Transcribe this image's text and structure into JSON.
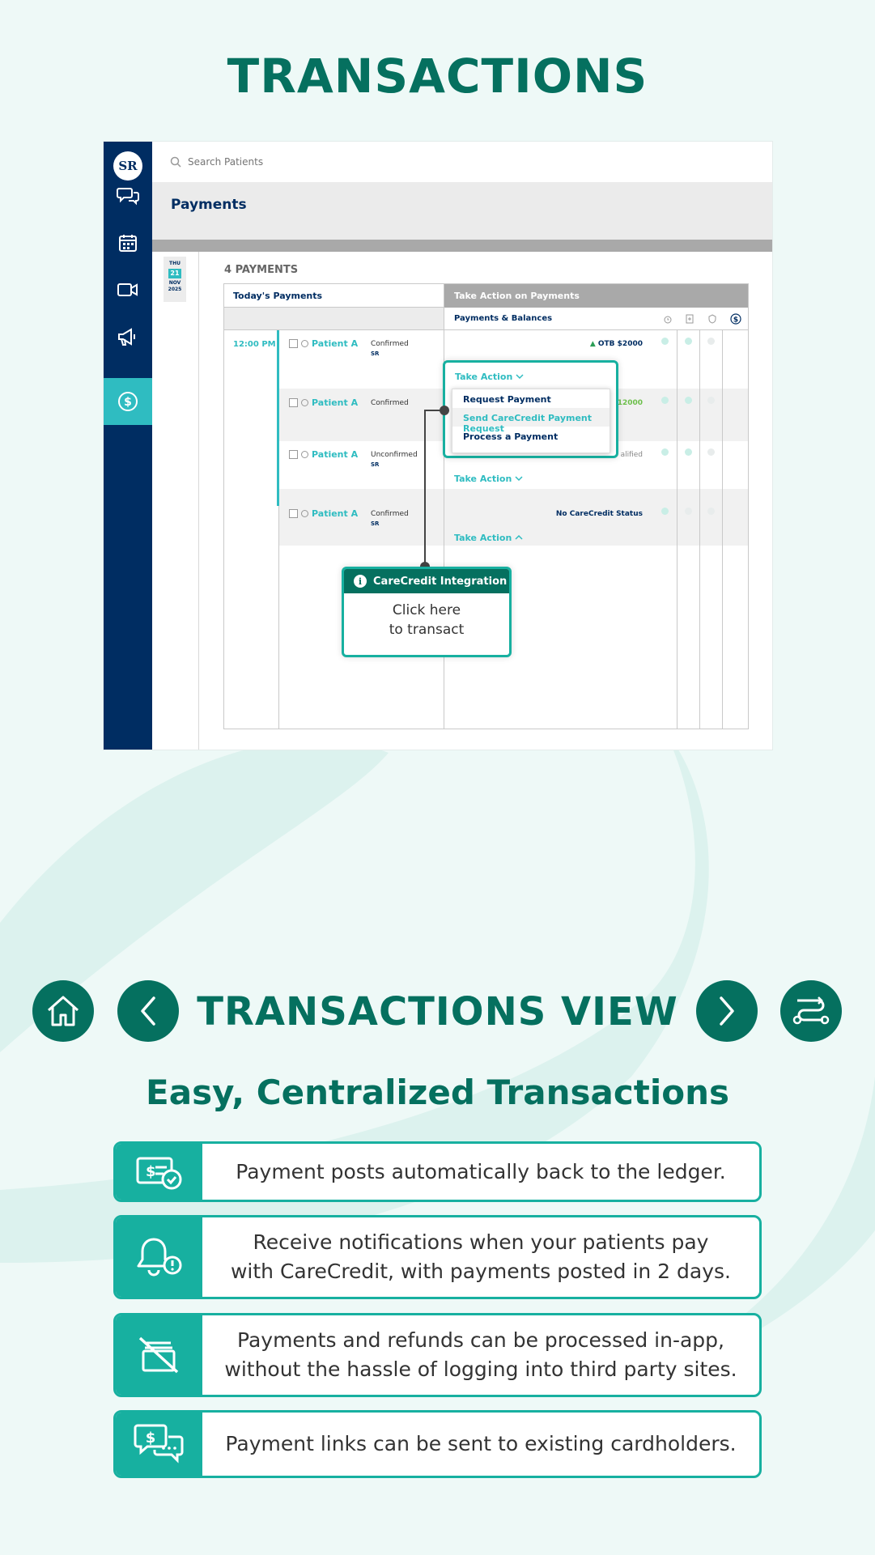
{
  "page": {
    "title": "TRANSACTIONS"
  },
  "app": {
    "logo": "SR",
    "sidebar": {
      "items": [
        {
          "icon": "chat-bubbles-icon"
        },
        {
          "icon": "calendar-icon"
        },
        {
          "icon": "video-camera-icon"
        },
        {
          "icon": "megaphone-icon"
        },
        {
          "icon": "dollar-circle-icon",
          "active": true
        }
      ]
    },
    "search": {
      "placeholder": "Search Patients"
    },
    "header_title": "Payments",
    "date": {
      "day": "THU",
      "num": "21",
      "month": "NOV",
      "year": "2025"
    },
    "payments_count": "4 PAYMENTS",
    "table": {
      "left_header": "Today's Payments",
      "right_header": "Take Action on Payments",
      "sub_header": "Payments & Balances",
      "time": "12:00 PM",
      "rows": [
        {
          "patient": "Patient A",
          "status": "Confirmed",
          "sr": "SR",
          "info": "OTB $2000",
          "action": "Take Action"
        },
        {
          "patient": "Patient A",
          "status": "Confirmed",
          "info": "12000"
        },
        {
          "patient": "Patient A",
          "status": "Unconfirmed",
          "sr": "SR",
          "info": "alified",
          "action": "Take Action"
        },
        {
          "patient": "Patient A",
          "status": "Confirmed",
          "sr": "SR",
          "info": "No CareCredit Status",
          "action": "Take Action"
        }
      ]
    },
    "popup": {
      "take_action": "Take Action",
      "menu": [
        "Request Payment",
        "Send CareCredit Payment Request",
        "Process a Payment"
      ]
    },
    "callout": {
      "title": "CareCredit Integration",
      "line1": "Click here",
      "line2": "to transact"
    }
  },
  "nav": {
    "home": "home-icon",
    "prev": "chevron-left-icon",
    "next": "chevron-right-icon",
    "route": "route-icon"
  },
  "section": {
    "title": "TRANSACTIONS VIEW",
    "subtitle": "Easy, Centralized Transactions"
  },
  "features": [
    {
      "icon": "invoice-check-icon",
      "lines": [
        "Payment posts automatically back to the ledger."
      ]
    },
    {
      "icon": "bell-alert-icon",
      "lines": [
        "Receive notifications when your patients pay",
        "with CareCredit, with payments posted in 2 days."
      ]
    },
    {
      "icon": "no-wallet-icon",
      "lines": [
        "Payments and refunds can be processed in-app,",
        "without the hassle of logging into third party sites."
      ]
    },
    {
      "icon": "dollar-chat-icon",
      "lines": [
        "Payment links can be sent to existing cardholders."
      ]
    }
  ],
  "colors": {
    "brand": "#05705f",
    "teal": "#17b0a0",
    "navy": "#002d62",
    "accent": "#2fbcc1",
    "background": "#eef9f7"
  }
}
